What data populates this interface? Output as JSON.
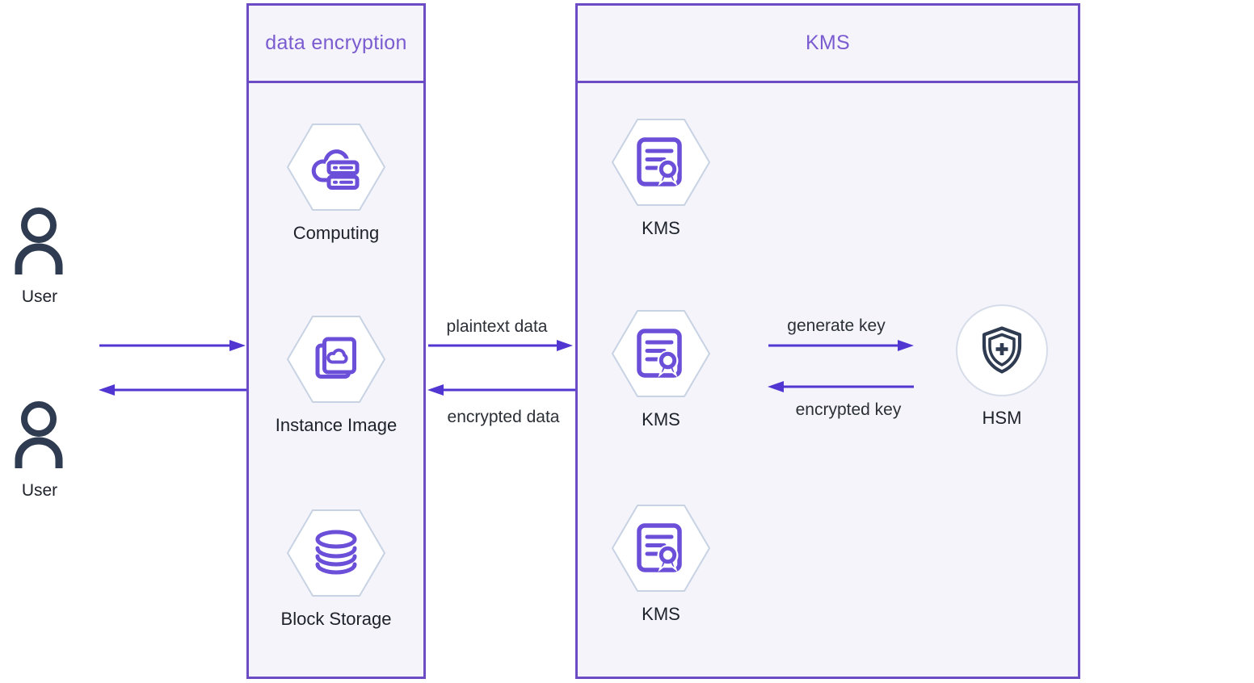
{
  "users": [
    {
      "label": "User"
    },
    {
      "label": "User"
    }
  ],
  "encryption_box": {
    "title": "data encryption",
    "items": [
      {
        "label": "Computing",
        "icon": "cloud-server-icon"
      },
      {
        "label": "Instance Image",
        "icon": "image-copies-icon"
      },
      {
        "label": "Block Storage",
        "icon": "database-icon"
      }
    ]
  },
  "kms_box": {
    "title": "KMS",
    "items": [
      {
        "label": "KMS",
        "icon": "certificate-icon"
      },
      {
        "label": "KMS",
        "icon": "certificate-icon"
      },
      {
        "label": "KMS",
        "icon": "certificate-icon"
      }
    ],
    "hsm": {
      "label": "HSM",
      "icon": "shield-plus-icon"
    }
  },
  "flows": {
    "plaintext": {
      "label": "plaintext data",
      "direction": "right"
    },
    "encrypted": {
      "label": "encrypted data",
      "direction": "left"
    },
    "generate_key": {
      "label": "generate key",
      "direction": "right"
    },
    "encrypted_key": {
      "label": "encrypted key",
      "direction": "left"
    }
  },
  "colors": {
    "panel_border": "#6b4cc5",
    "panel_fill": "#f5f4fb",
    "panel_title": "#7a5cd0",
    "arrow": "#5136d2",
    "icon_purple": "#6c4fd8",
    "hexagon_border": "#c7d3e3",
    "dark_navy": "#2f3b50",
    "label_text": "#1d2129"
  }
}
